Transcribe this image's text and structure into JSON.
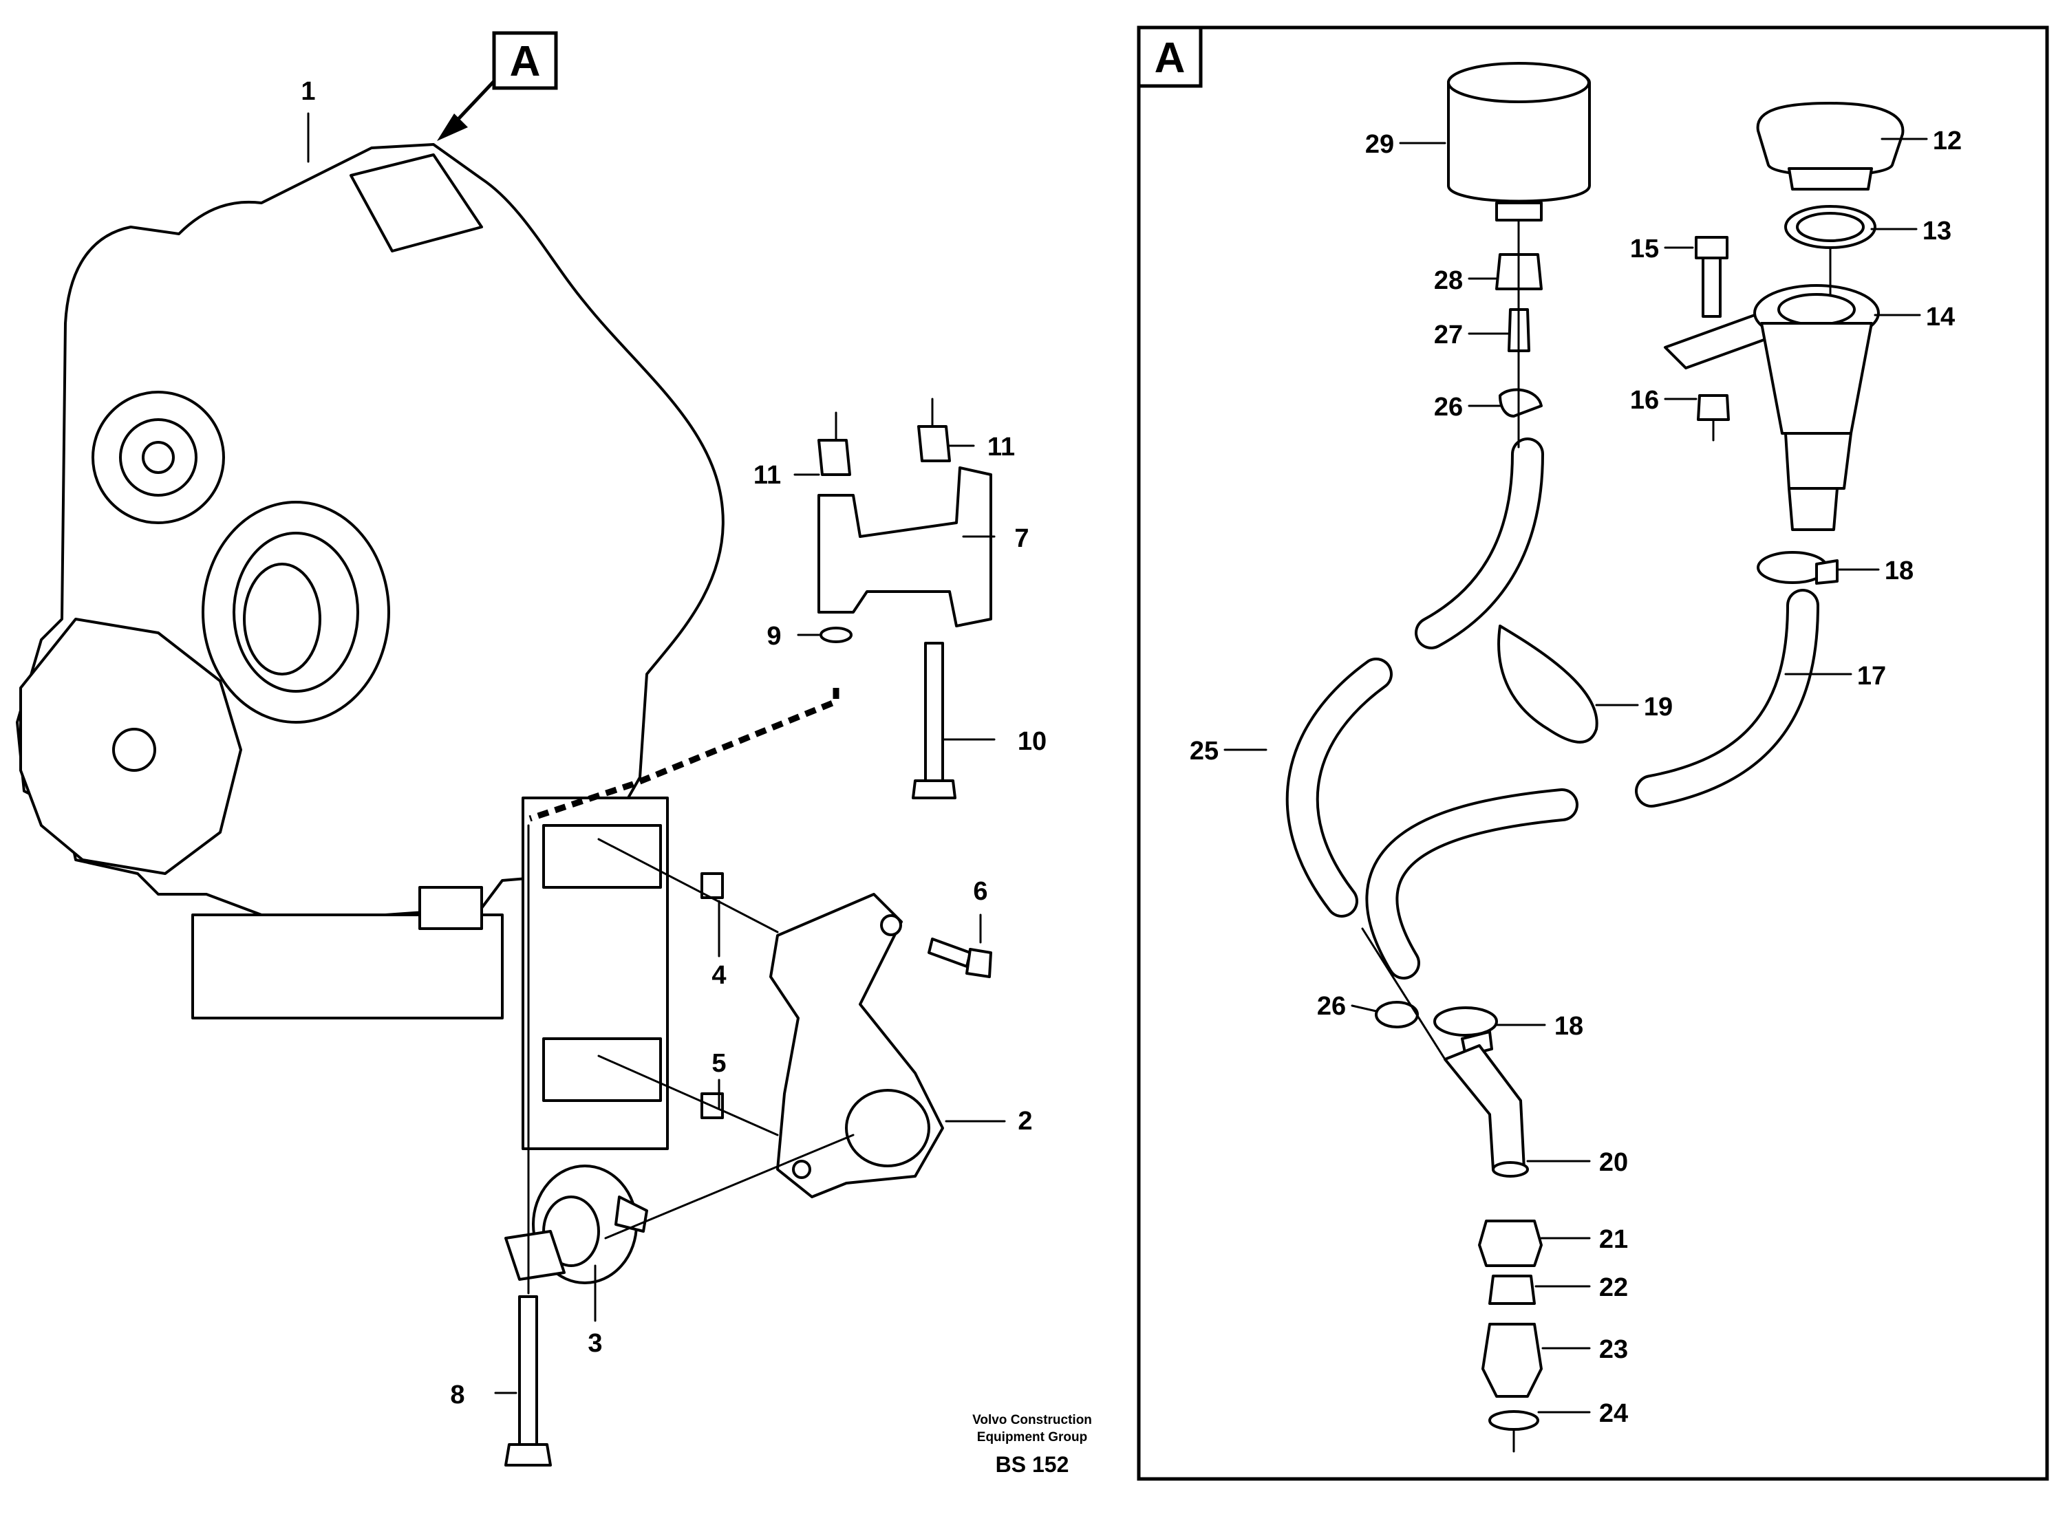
{
  "view_marker_left": "A",
  "view_marker_right": "A",
  "credit": {
    "line1": "Volvo Construction",
    "line2": "Equipment Group",
    "code": "BS 152"
  },
  "callouts": {
    "c1": "1",
    "c2": "2",
    "c3": "3",
    "c4": "4",
    "c5": "5",
    "c6": "6",
    "c7": "7",
    "c8": "8",
    "c9": "9",
    "c10": "10",
    "c11a": "11",
    "c11b": "11",
    "c12": "12",
    "c13": "13",
    "c14": "14",
    "c15": "15",
    "c16": "16",
    "c17": "17",
    "c18a": "18",
    "c18b": "18",
    "c19": "19",
    "c20": "20",
    "c21": "21",
    "c22": "22",
    "c23": "23",
    "c24": "24",
    "c25": "25",
    "c26a": "26",
    "c26b": "26",
    "c27": "27",
    "c28": "28",
    "c29": "29"
  }
}
